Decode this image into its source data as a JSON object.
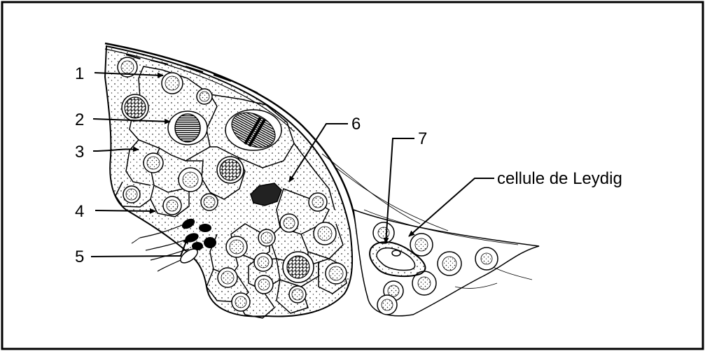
{
  "labels": {
    "l1": "1",
    "l2": "2",
    "l3": "3",
    "l4": "4",
    "l5": "5",
    "l6": "6",
    "l7": "7",
    "leydig": "cellule de Leydig"
  },
  "colors": {
    "ink": "#000000",
    "background": "#ffffff",
    "stipple": "#333333"
  }
}
